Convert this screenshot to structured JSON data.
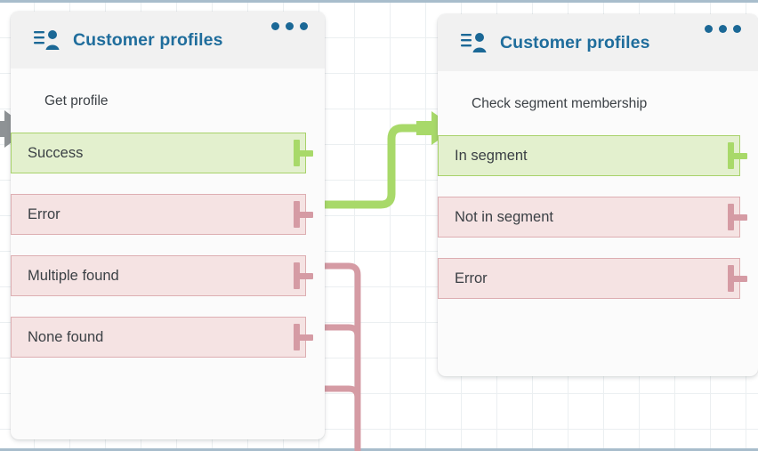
{
  "canvas": {
    "background": "#ffffff",
    "grid_color": "#ebeff1",
    "grid_size": 40,
    "edge_rule_color": "#a8bdcc"
  },
  "palette": {
    "title_blue": "#1f6d9c",
    "icon_blue": "#1b6896",
    "success_fill": "#e3f0ce",
    "success_border": "#a8d26a",
    "success_wire": "#a8d969",
    "failure_fill": "#f5e3e3",
    "failure_border": "#ddaeb2",
    "failure_wire": "#d59ba4",
    "entry_arrow_gray": "#8e9295",
    "header_gray": "#f1f1f1",
    "card_body": "#fbfbfb",
    "text_dark": "#3b4045"
  },
  "nodes": [
    {
      "id": "get-profile",
      "title": "Customer profiles",
      "icon": "customer-profile-icon",
      "menu_icon": "kebab-menu-icon",
      "entry_arrow": "entry-arrow-gray",
      "action": "Get profile",
      "outputs": [
        {
          "label": "Success",
          "status": "success"
        },
        {
          "label": "Error",
          "status": "failure"
        },
        {
          "label": "Multiple found",
          "status": "failure"
        },
        {
          "label": "None found",
          "status": "failure"
        }
      ]
    },
    {
      "id": "check-segment-membership",
      "title": "Customer profiles",
      "icon": "customer-profile-icon",
      "menu_icon": "kebab-menu-icon",
      "entry_arrow": "entry-arrow-green",
      "action": "Check segment membership",
      "outputs": [
        {
          "label": "In segment",
          "status": "success"
        },
        {
          "label": "Not in segment",
          "status": "failure"
        },
        {
          "label": "Error",
          "status": "failure"
        }
      ]
    }
  ],
  "connections": [
    {
      "from": "get-profile.Success",
      "to": "check-segment-membership",
      "status": "success"
    },
    {
      "from": "get-profile.Error",
      "to": "merge-rail-down",
      "status": "failure"
    },
    {
      "from": "get-profile.Multiple found",
      "to": "merge-rail-down",
      "status": "failure"
    },
    {
      "from": "get-profile.None found",
      "to": "merge-rail-down",
      "status": "failure"
    }
  ]
}
